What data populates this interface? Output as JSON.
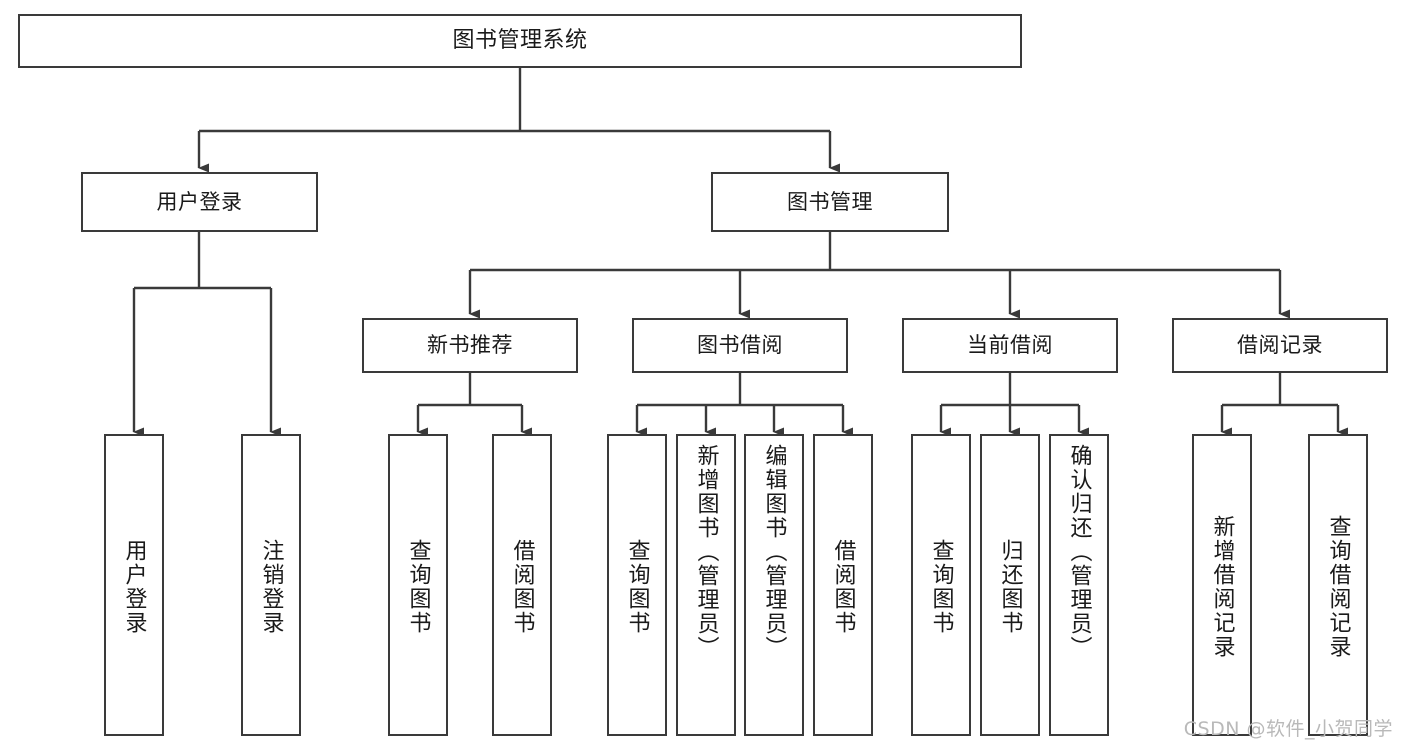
{
  "diagram": {
    "title": "图书管理系统",
    "type": "tree-hierarchy-diagram",
    "colors": {
      "box_border": "#3a3a3a",
      "box_fill": "#ffffff",
      "connector": "#3a3a3a",
      "text": "#1a1a1a",
      "watermark": "#b9b9b9",
      "background": "#ffffff"
    },
    "watermark": "CSDN @软件_小贺同学",
    "nodes": {
      "root": {
        "label": "图书管理系统",
        "level": 1
      },
      "level2": [
        {
          "id": "user-login",
          "label": "用户登录"
        },
        {
          "id": "book-manage",
          "label": "图书管理"
        }
      ],
      "level3": [
        {
          "id": "new-book-recommend",
          "label": "新书推荐"
        },
        {
          "id": "book-borrow",
          "label": "图书借阅"
        },
        {
          "id": "current-borrow",
          "label": "当前借阅"
        },
        {
          "id": "borrow-record",
          "label": "借阅记录"
        }
      ],
      "leaves": {
        "user_login": [
          {
            "id": "leaf-user-login",
            "label": "用户登录"
          },
          {
            "id": "leaf-logout",
            "label": "注销登录"
          }
        ],
        "new_book_recommend": [
          {
            "id": "leaf-query-book-1",
            "label": "查询图书"
          },
          {
            "id": "leaf-borrow-book-1",
            "label": "借阅图书"
          }
        ],
        "book_borrow": [
          {
            "id": "leaf-query-book-2",
            "label": "查询图书"
          },
          {
            "id": "leaf-add-book",
            "label": "新增图书（管理员）"
          },
          {
            "id": "leaf-edit-book",
            "label": "编辑图书（管理员）"
          },
          {
            "id": "leaf-borrow-book-2",
            "label": "借阅图书"
          }
        ],
        "current_borrow": [
          {
            "id": "leaf-query-book-3",
            "label": "查询图书"
          },
          {
            "id": "leaf-return-book",
            "label": "归还图书"
          },
          {
            "id": "leaf-confirm-return",
            "label": "确认归还（管理员）"
          }
        ],
        "borrow_record": [
          {
            "id": "leaf-add-record",
            "label": "新增借阅记录"
          },
          {
            "id": "leaf-query-record",
            "label": "查询借阅记录"
          }
        ]
      }
    }
  }
}
